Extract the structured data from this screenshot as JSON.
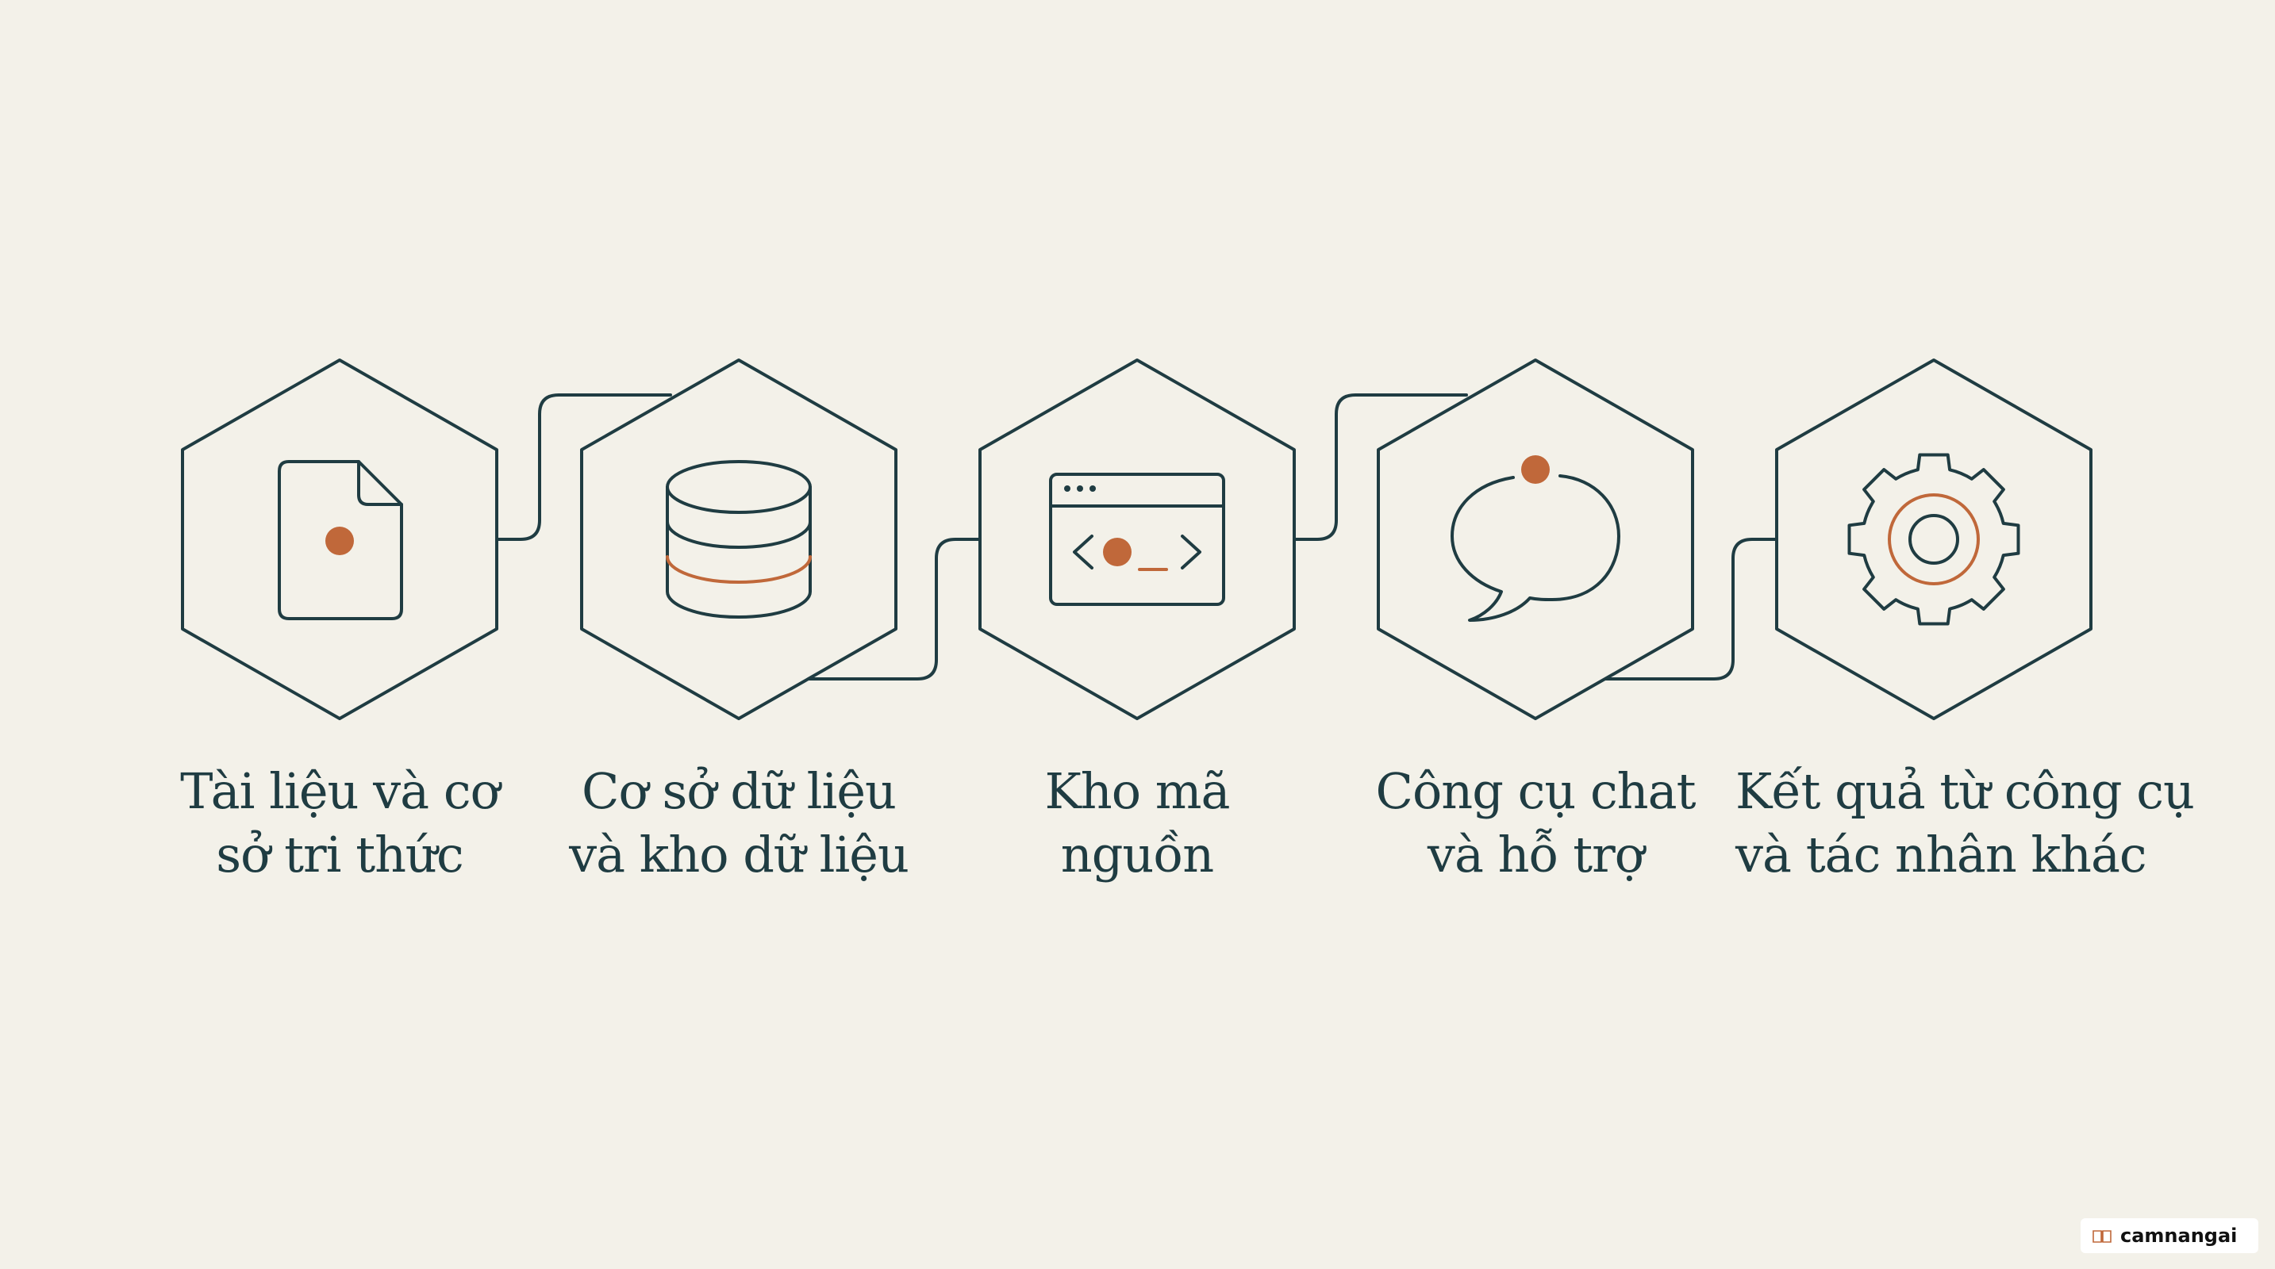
{
  "colors": {
    "background": "#f3f1e9",
    "stroke": "#1f3c42",
    "accent": "#c0683a"
  },
  "steps": [
    {
      "icon": "document-icon",
      "label_lines": [
        "Tài liệu và cơ",
        "sở tri thức"
      ]
    },
    {
      "icon": "database-icon",
      "label_lines": [
        "Cơ sở dữ liệu",
        "và kho dữ liệu"
      ]
    },
    {
      "icon": "code-window-icon",
      "label_lines": [
        "Kho mã",
        "nguồn"
      ]
    },
    {
      "icon": "chat-bubble-icon",
      "label_lines": [
        "Công cụ chat",
        "và hỗ trợ"
      ]
    },
    {
      "icon": "gear-icon",
      "label_lines": [
        "Kết quả từ công cụ",
        "và tác nhân khác"
      ]
    }
  ],
  "watermark": {
    "text": "camnangai"
  }
}
